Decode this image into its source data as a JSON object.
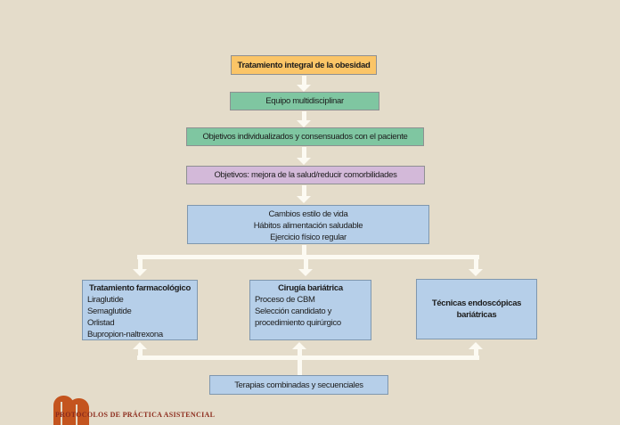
{
  "diagram": {
    "boxes": {
      "integral": "Tratamiento integral de la obesidad",
      "equipo": "Equipo multidisciplinar",
      "objetivos_consensuados": "Objetivos individualizados y consensuados con el paciente",
      "objetivos_salud": "Objetivos: mejora de la salud/reducir comorbilidades",
      "estilo_vida": {
        "lines": [
          "Cambios estilo de vida",
          "Hábitos alimentación saludable",
          "Ejercicio físico regular"
        ]
      },
      "farmacologico": {
        "title": "Tratamiento farmacológico",
        "items": [
          "Liraglutide",
          "Semaglutide",
          "Orlistad",
          "Bupropion-naltrexona"
        ]
      },
      "cirugia": {
        "title": "Cirugía bariátrica",
        "lines": [
          "Proceso de CBM",
          "Selección candidato y",
          "procedimiento quirúrgico"
        ]
      },
      "endoscopicas": {
        "title": "Técnicas endoscópicas bariátricas"
      },
      "terapias": "Terapias combinadas y secuenciales"
    }
  },
  "footer": {
    "brand": "PROTOCOLOS DE PRÁCTICA ASISTENCIAL"
  },
  "colors": {
    "background": "#e4dcca",
    "box_orange": "#fbc567",
    "box_green": "#7fc6a1",
    "box_purple": "#d3b9d9",
    "box_blue": "#b6cfe9",
    "border_gray": "#8e9092",
    "border_blue": "#7f97ae",
    "arrow_white": "#fcfaf2",
    "logo_orange": "#c4541e",
    "footer_text": "#8c2b1c",
    "text": "#1c1c1c"
  }
}
